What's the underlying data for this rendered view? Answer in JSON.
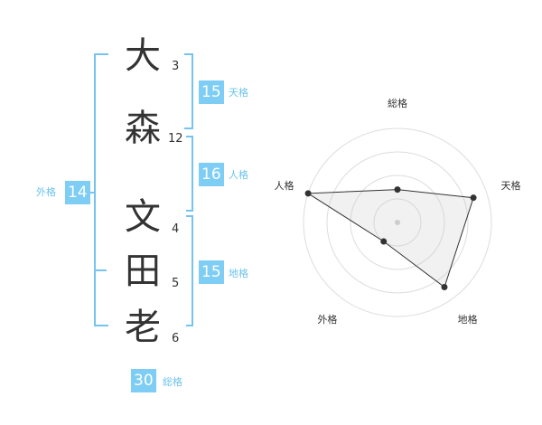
{
  "name": {
    "chars": [
      {
        "char": "大",
        "strokes": "3"
      },
      {
        "char": "森",
        "strokes": "12"
      },
      {
        "char": "文",
        "strokes": "4"
      },
      {
        "char": "田",
        "strokes": "5"
      },
      {
        "char": "老",
        "strokes": "6"
      }
    ]
  },
  "fortune": {
    "tenkaku": {
      "label": "天格",
      "value": "15"
    },
    "jinkaku": {
      "label": "人格",
      "value": "16"
    },
    "chikaku": {
      "label": "地格",
      "value": "15"
    },
    "gaikaku": {
      "label": "外格",
      "value": "14"
    },
    "soukaku": {
      "label": "総格",
      "value": "30"
    }
  },
  "colors": {
    "accent": "#7ecdf4",
    "bracket": "#74c4ef"
  },
  "chart_data": {
    "type": "radar",
    "axes": [
      "総格",
      "天格",
      "地格",
      "外格",
      "人格"
    ],
    "values": [
      0.35,
      0.85,
      0.85,
      0.25,
      1.0
    ],
    "max": 1.0,
    "rings": 4
  }
}
